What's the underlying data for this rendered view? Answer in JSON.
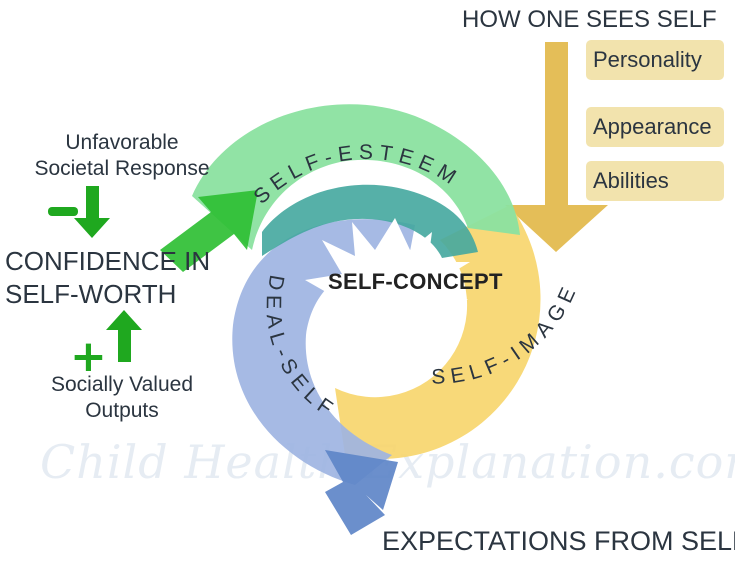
{
  "diagram": {
    "center_label": "SELF-CONCEPT",
    "swirl": {
      "self_esteem": "SELF-ESTEEM",
      "self_image": "SELF-IMAGE",
      "ideal_self": "IDEAL-SELF"
    },
    "top_heading": "HOW ONE SEES SELF",
    "self_image_tags": [
      "Personality",
      "Appearance",
      "Abilities"
    ],
    "left": {
      "unfavorable_line1": "Unfavorable",
      "unfavorable_line2": "Societal Response",
      "confidence_line1": "CONFIDENCE IN",
      "confidence_line2": "SELF-WORTH",
      "socially_line1": "Socially Valued",
      "socially_line2": "Outputs",
      "minus_sign": "-",
      "plus_sign": "+"
    },
    "bottom_heading": "EXPECTATIONS FROM SELF",
    "watermark": "Child Health Explanation.com"
  },
  "colors": {
    "self_esteem": "#8be2a0",
    "self_image": "#f7d56a",
    "ideal_self": "#9eb4e2",
    "teal": "#44a79e",
    "green_arrow": "#2fbf34",
    "blue_arrow": "#5e86c8",
    "gold_arrow": "#e1b746",
    "tag_bg": "#f2e3ad",
    "text": "#2b3540"
  }
}
